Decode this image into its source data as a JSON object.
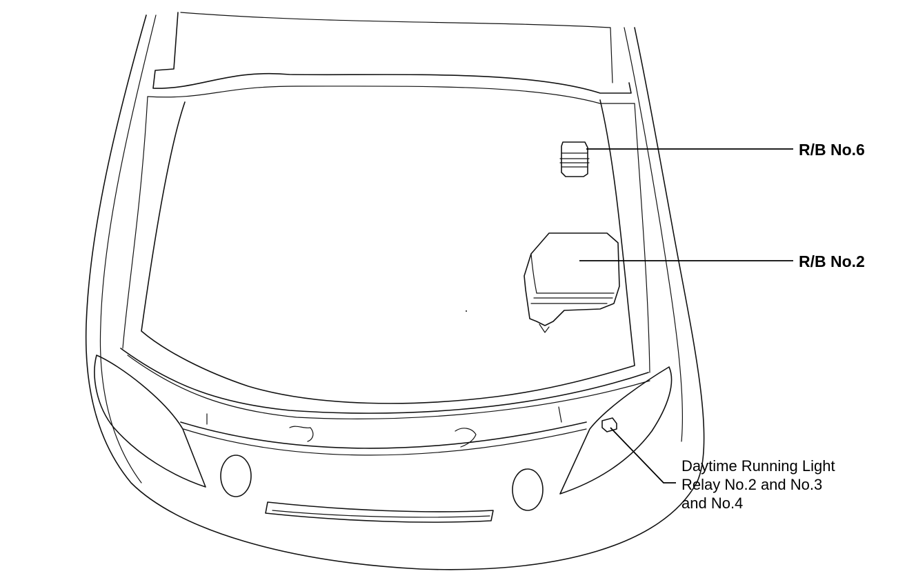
{
  "labels": {
    "rb6": "R/B No.6",
    "rb2": "R/B No.2",
    "drl_line1": "Daytime Running Light",
    "drl_line2": "Relay No.2 and No.3",
    "drl_line3": "and No.4"
  }
}
